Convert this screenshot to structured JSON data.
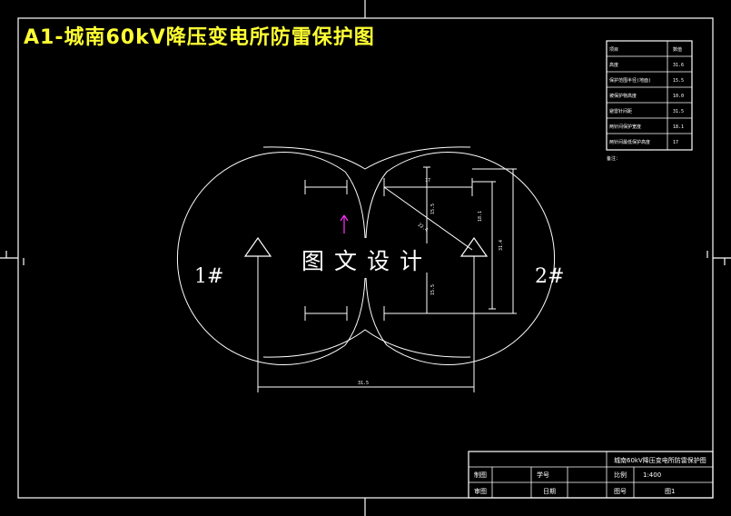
{
  "title": "A1-城南60kV降压变电所防雷保护图",
  "watermark": "图文设计",
  "labels": {
    "circle_left": "1#",
    "circle_right": "2#"
  },
  "dimensions": {
    "top_right": "17",
    "radius_upper": "15.5",
    "diag": "22.4",
    "vert_inner": "18.1",
    "vert_outer": "31.4",
    "radius_lower": "15.5",
    "bottom_span": "31.5"
  },
  "legend_table": {
    "rows": [
      {
        "label": "项目",
        "value": "数值"
      },
      {
        "label": "高度",
        "value": "31.6"
      },
      {
        "label": "保护范围半径(地面)",
        "value": "15.5"
      },
      {
        "label": "被保护物高度",
        "value": "10.0"
      },
      {
        "label": "避雷针间距",
        "value": "31.5"
      },
      {
        "label": "两针间保护宽度",
        "value": "18.1"
      },
      {
        "label": "两针间最低保护高度",
        "value": "17"
      }
    ],
    "note": "备注："
  },
  "title_block": {
    "drawing_name": "城南60kV降压变电所防雷保护图",
    "drawn_label": "制图",
    "checked_label": "审图",
    "student_id_label": "学号",
    "date_label": "日期",
    "scale_label": "比例",
    "scale_value": "1:400",
    "number_label": "图号",
    "number_value": "图1"
  },
  "colors": {
    "background": "#000000",
    "lines": "#ffffff",
    "title": "#ffff33",
    "arrow": "#ff33ff"
  }
}
